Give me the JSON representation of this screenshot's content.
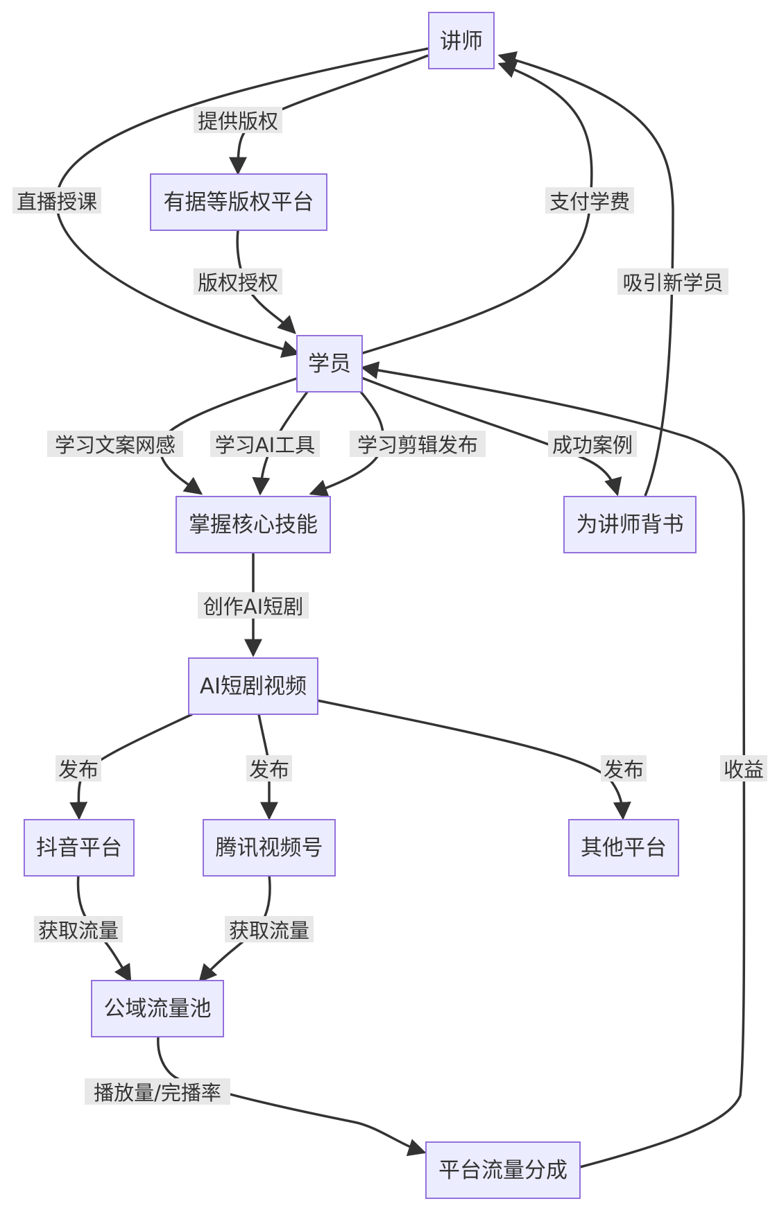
{
  "nodes": {
    "teacher": "讲师",
    "copyright_platform": "有据等版权平台",
    "student": "学员",
    "core_skills": "掌握核心技能",
    "endorse": "为讲师背书",
    "ai_drama_video": "AI短剧视频",
    "douyin": "抖音平台",
    "tencent_video": "腾讯视频号",
    "other_platforms": "其他平台",
    "public_traffic_pool": "公域流量池",
    "platform_revenue_share": "平台流量分成"
  },
  "edges": {
    "live_teaching": "直播授课",
    "provide_copyright": "提供版权",
    "copyright_license": "版权授权",
    "pay_tuition": "支付学费",
    "attract_students": "吸引新学员",
    "learn_copywriting": "学习文案网感",
    "learn_ai_tools": "学习AI工具",
    "learn_editing": "学习剪辑发布",
    "success_cases": "成功案例",
    "create_ai_drama": "创作AI短剧",
    "publish_douyin": "发布",
    "publish_tencent": "发布",
    "publish_other": "发布",
    "traffic_douyin": "获取流量",
    "traffic_tencent": "获取流量",
    "play_metrics": "播放量/完播率",
    "revenue": "收益"
  },
  "colors": {
    "node_fill": "#ececff",
    "node_border": "#9370db",
    "edge": "#333333",
    "label_bg": "#e8e8e8"
  }
}
